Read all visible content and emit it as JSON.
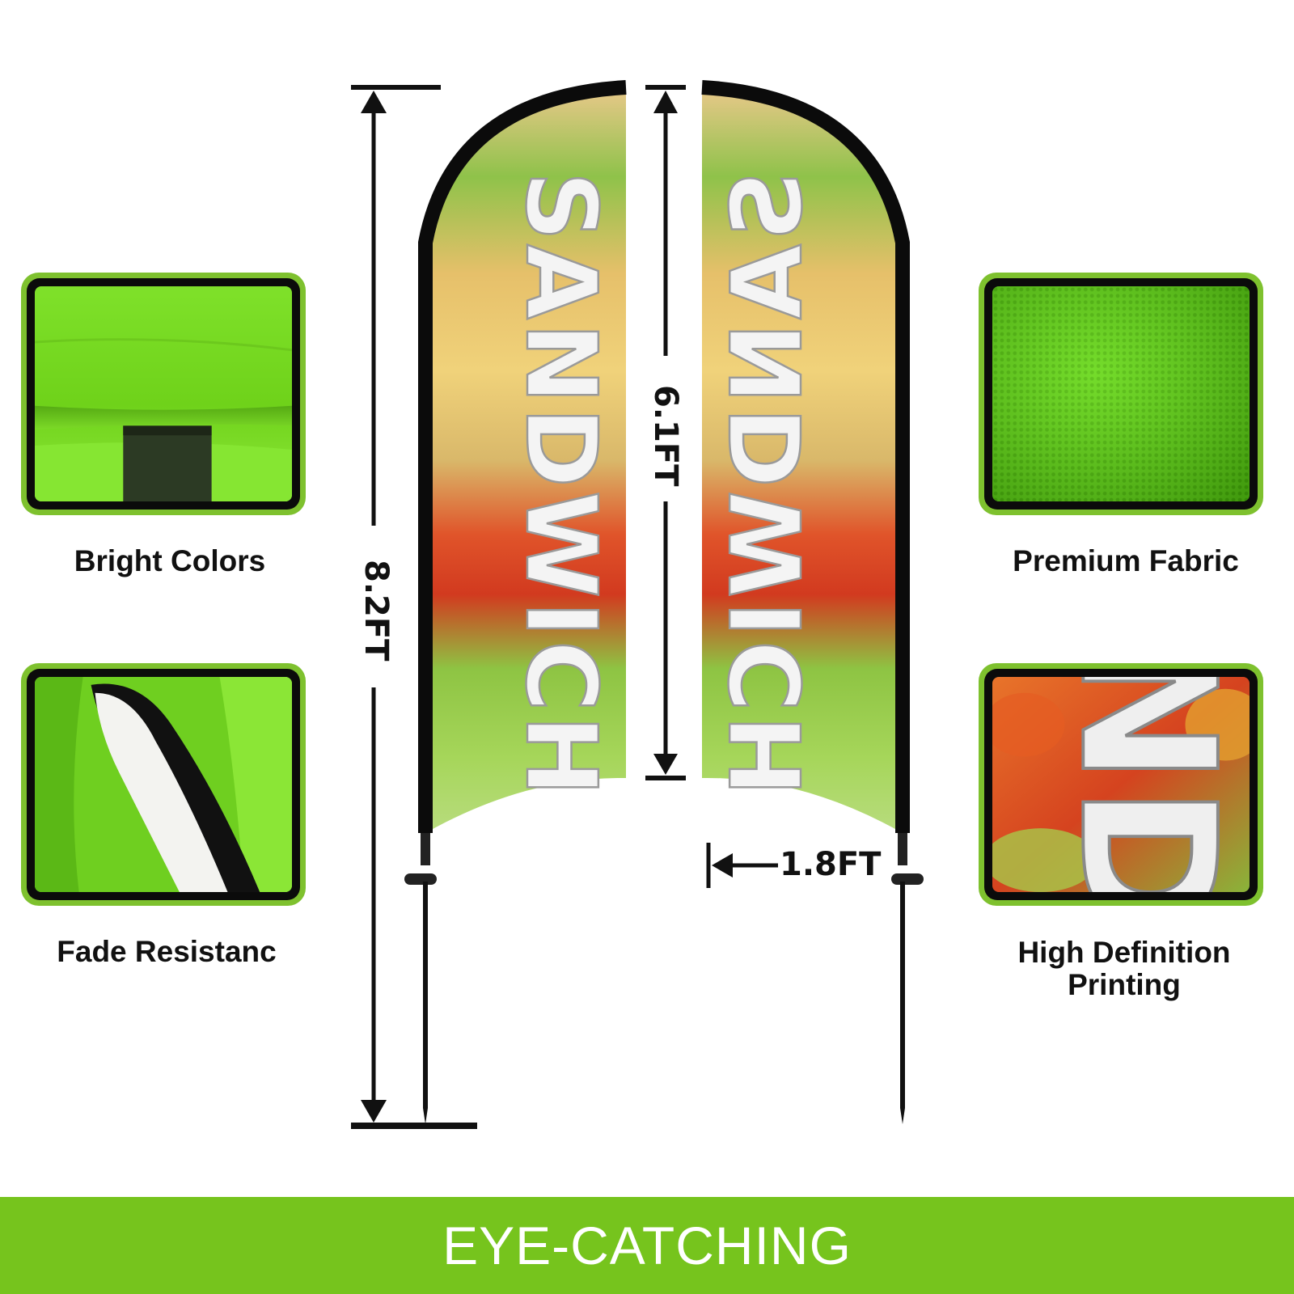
{
  "features": {
    "bright_colors": "Bright Colors",
    "fade_resistance": "Fade Resistanc",
    "premium_fabric": "Premium Fabric",
    "hd_printing_line1": "High Definition",
    "hd_printing_line2": "Printing"
  },
  "flag": {
    "word": "SANDWICH",
    "tile_letters": "ND"
  },
  "dimensions": {
    "total_height": "8.2FT",
    "flag_height": "6.1FT",
    "flag_width": "1.8FT"
  },
  "banner": {
    "text": "EYE-CATCHING"
  },
  "colors": {
    "brand_green": "#76c41d",
    "frame_black": "#0b0b0b"
  }
}
